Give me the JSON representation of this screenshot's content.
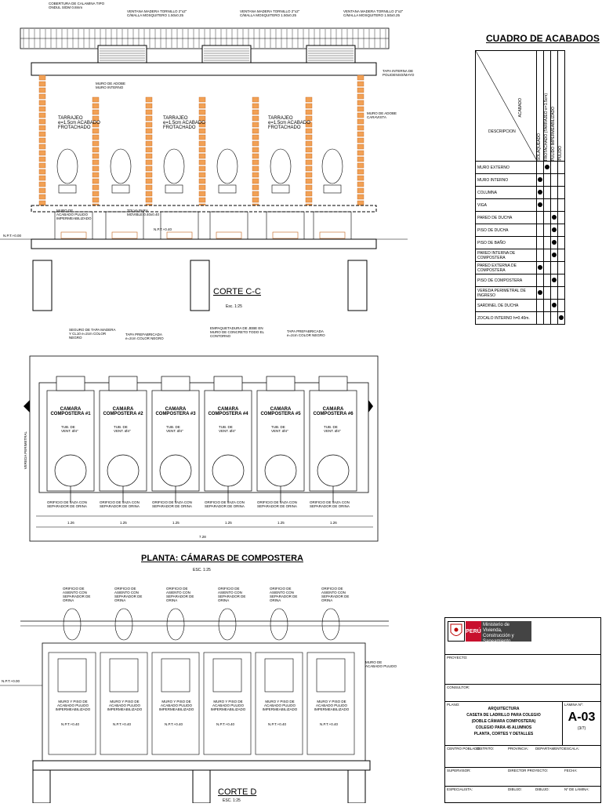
{
  "section_cc": {
    "title": "CORTE C-C",
    "scale": "Esc. 1:25",
    "labels": [
      "COBERTURA DE CALAMINA TIPO ONDUL S/DM 0.8mm",
      "VENTANA MADERA TORNILLO 2\"x2\" C/MALLA MOSQUITERO 1.50x0.25",
      "VENTANA MADERA TORNILLO 2\"x2\" C/MALLA MOSQUITERO 1.50x0.25",
      "VENTANA MADERA TORNILLO 2\"x2\" C/MALLA MOSQUITERO 1.50x0.25",
      "TAPA INTERNA DE POLIDENSO/MAYO",
      "MURO DE ADOBE MURO INTERNO",
      "TARRAJEO e=1.5cm ACABADO FROTACHADO",
      "TARRAJEO e=1.5cm ACABADO FROTACHADO",
      "TARRAJEO e=1.5cm ACABADO FROTACHADO",
      "MURO DE ADOBE CARAVISTA",
      "MURO DE ACABADO PULIDO IMPERMEABILIZADO",
      "TOLVA PARA MOVIBLE 0.40x0.40",
      "N.P.T.+0.00",
      "N.P.T.+0.40"
    ]
  },
  "finishes_table": {
    "title": "CUADRO DE ACABADOS",
    "header_acabado": "ACABADO",
    "header_descripcion": "DESCRIPCION",
    "columns": [
      "SOLAQUEADO",
      "FROTACHADO (TARRAJEO e=1.5cm)",
      "PULIDO IMPERMEABILIZADO",
      "PULIDO"
    ],
    "rows": [
      {
        "name": "MURO EXTERNO",
        "marks": [
          false,
          true,
          false,
          false
        ]
      },
      {
        "name": "MURO INTERNO",
        "marks": [
          true,
          false,
          false,
          false
        ]
      },
      {
        "name": "COLUMNA",
        "marks": [
          true,
          false,
          false,
          false
        ]
      },
      {
        "name": "VIGA",
        "marks": [
          true,
          false,
          false,
          false
        ]
      },
      {
        "name": "PARED DE DUCHA",
        "marks": [
          false,
          false,
          true,
          false
        ]
      },
      {
        "name": "PISO DE DUCHA",
        "marks": [
          false,
          false,
          true,
          false
        ]
      },
      {
        "name": "PISO DE BAÑO",
        "marks": [
          false,
          false,
          true,
          false
        ]
      },
      {
        "name": "PARED INTERNA DE COMPOSTERA",
        "marks": [
          false,
          false,
          true,
          false
        ]
      },
      {
        "name": "PARED EXTERNA DE COMPOSTERA",
        "marks": [
          true,
          false,
          false,
          false
        ]
      },
      {
        "name": "PISO DE COMPOSTERA",
        "marks": [
          false,
          false,
          true,
          false
        ]
      },
      {
        "name": "VEREDA PERIMETRAL DE INGRESO",
        "marks": [
          true,
          false,
          false,
          false
        ]
      },
      {
        "name": "SARDINEL DE DUCHA",
        "marks": [
          false,
          false,
          true,
          false
        ]
      },
      {
        "name": "ZOCALO INTERNO h=0.40m.",
        "marks": [
          false,
          false,
          false,
          true
        ]
      }
    ]
  },
  "plan": {
    "title": "PLANTA: CÁMARAS DE COMPOSTERA",
    "scale": "ESC. 1:25",
    "chambers": [
      {
        "name": "CAMARA COMPOSTERA #1"
      },
      {
        "name": "CAMARA COMPOSTERA #2"
      },
      {
        "name": "CAMARA COMPOSTERA #3"
      },
      {
        "name": "CAMARA COMPOSTERA #4"
      },
      {
        "name": "CAMARA COMPOSTERA #5"
      },
      {
        "name": "CAMARA COMPOSTERA #6"
      }
    ],
    "tube_label": "TUB. DE VENT. Ø4\"",
    "orifice_label": "ORIFICIO DE TAZA CON SEPARADOR DE ORINA",
    "side_label": "VEREDA PERIMETRAL",
    "dims": [
      "1.26",
      "1.25",
      "1.25",
      "1.25",
      "1.25",
      "1.26"
    ],
    "total_dim": "7.28",
    "top_labels": [
      "SEGURO DE TAPA MADERA Y CL10 e=2cm COLOR NEGRO",
      "TAPA PREFABRICADA e=2cm COLOR NEGRO",
      "EMPAQUETADURA DE JEBE EN MURO DE CONCRETO TODO EL CONTORNO",
      "TAPA PREFABRICADA e=2cm COLOR NEGRO"
    ]
  },
  "section_d": {
    "title": "CORTE D",
    "scale": "ESC. 1:25",
    "orifice_label": "ORIFICIO DE ASIENTO CON SEPARADOR DE ORINA",
    "wall_label": "MURO Y PISO DE ACABADO PULIDO IMPERMEABILIZADO",
    "level_label": "N.P.T.+0.40",
    "side_label": "MURO DE ACABADO PULIDO",
    "level_left": "N.P.T.+0.00"
  },
  "title_block": {
    "country": "PERÚ",
    "ministry": "Ministerio de Vivienda, Construcción y Saneamiento",
    "proyecto_label": "PROYECTO:",
    "consultor_label": "CONSULTOR:",
    "plano_label": "PLANO:",
    "lamina_label": "LÁMINA Nº:",
    "plano_lines": [
      "ARQUITECTURA",
      "CASETA DE LADRILLO PARA COLEGIO",
      "(DOBLE CÁMARA COMPOSTERA)",
      "COLEGIO PARA 45 ALUMNOS",
      "PLANTA, CORTES Y DETALLES"
    ],
    "sheet_number": "A-03",
    "sheet_sub": "(3/7)",
    "fields": [
      "CENTRO POBLADO:",
      "DISTRITO:",
      "PROVINCIA:",
      "DEPARTAMENTO:",
      "ESCALA:",
      "SUPERVISOR:",
      "DIRECTOR PROYECTO:",
      "FECHA:",
      "ESPECIALISTA:",
      "DIBUJO:",
      "DIBUJO:",
      "Nº DE LÁMINA:"
    ]
  }
}
